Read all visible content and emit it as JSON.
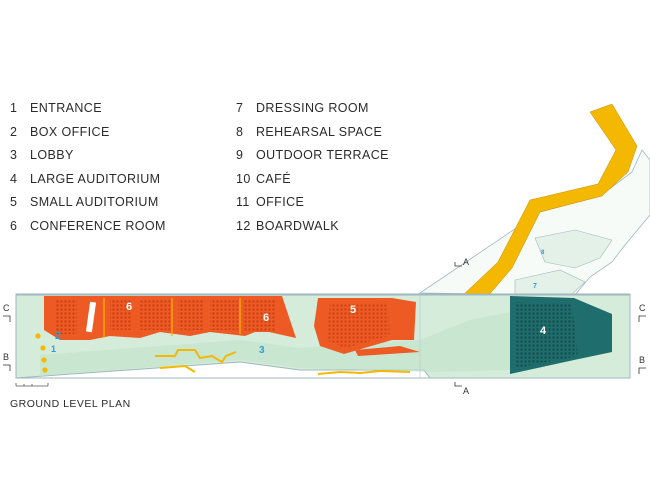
{
  "legend": {
    "left": [
      {
        "num": "1",
        "label": "ENTRANCE"
      },
      {
        "num": "2",
        "label": "BOX OFFICE"
      },
      {
        "num": "3",
        "label": "LOBBY"
      },
      {
        "num": "4",
        "label": "LARGE AUDITORIUM"
      },
      {
        "num": "5",
        "label": "SMALL AUDITORIUM"
      },
      {
        "num": "6",
        "label": "CONFERENCE ROOM"
      }
    ],
    "right": [
      {
        "num": "7",
        "label": "DRESSING ROOM"
      },
      {
        "num": "8",
        "label": "REHEARSAL SPACE"
      },
      {
        "num": "9",
        "label": "OUTDOOR TERRACE"
      },
      {
        "num": "10",
        "label": "CAFÉ"
      },
      {
        "num": "11",
        "label": "OFFICE"
      },
      {
        "num": "12",
        "label": "BOARDWALK"
      }
    ]
  },
  "plan": {
    "title": "GROUND LEVEL PLAN",
    "section_marks": {
      "a": "A",
      "b": "B",
      "c": "C"
    },
    "room_labels": {
      "conference_a": "6",
      "conference_b": "6",
      "small_auditorium": "5",
      "large_auditorium": "4",
      "entrance": "1",
      "box_office": "2",
      "lobby": "3",
      "dressing_room": "7",
      "rehearsal_space": "8"
    },
    "colors": {
      "floor": "#d4ecd9",
      "conference": "#ee5a24",
      "auditorium_large": "#1f6d6c",
      "boardwalk": "#f5b800",
      "label_blue": "#2e9bd6",
      "wall": "#cfd8dc"
    }
  }
}
